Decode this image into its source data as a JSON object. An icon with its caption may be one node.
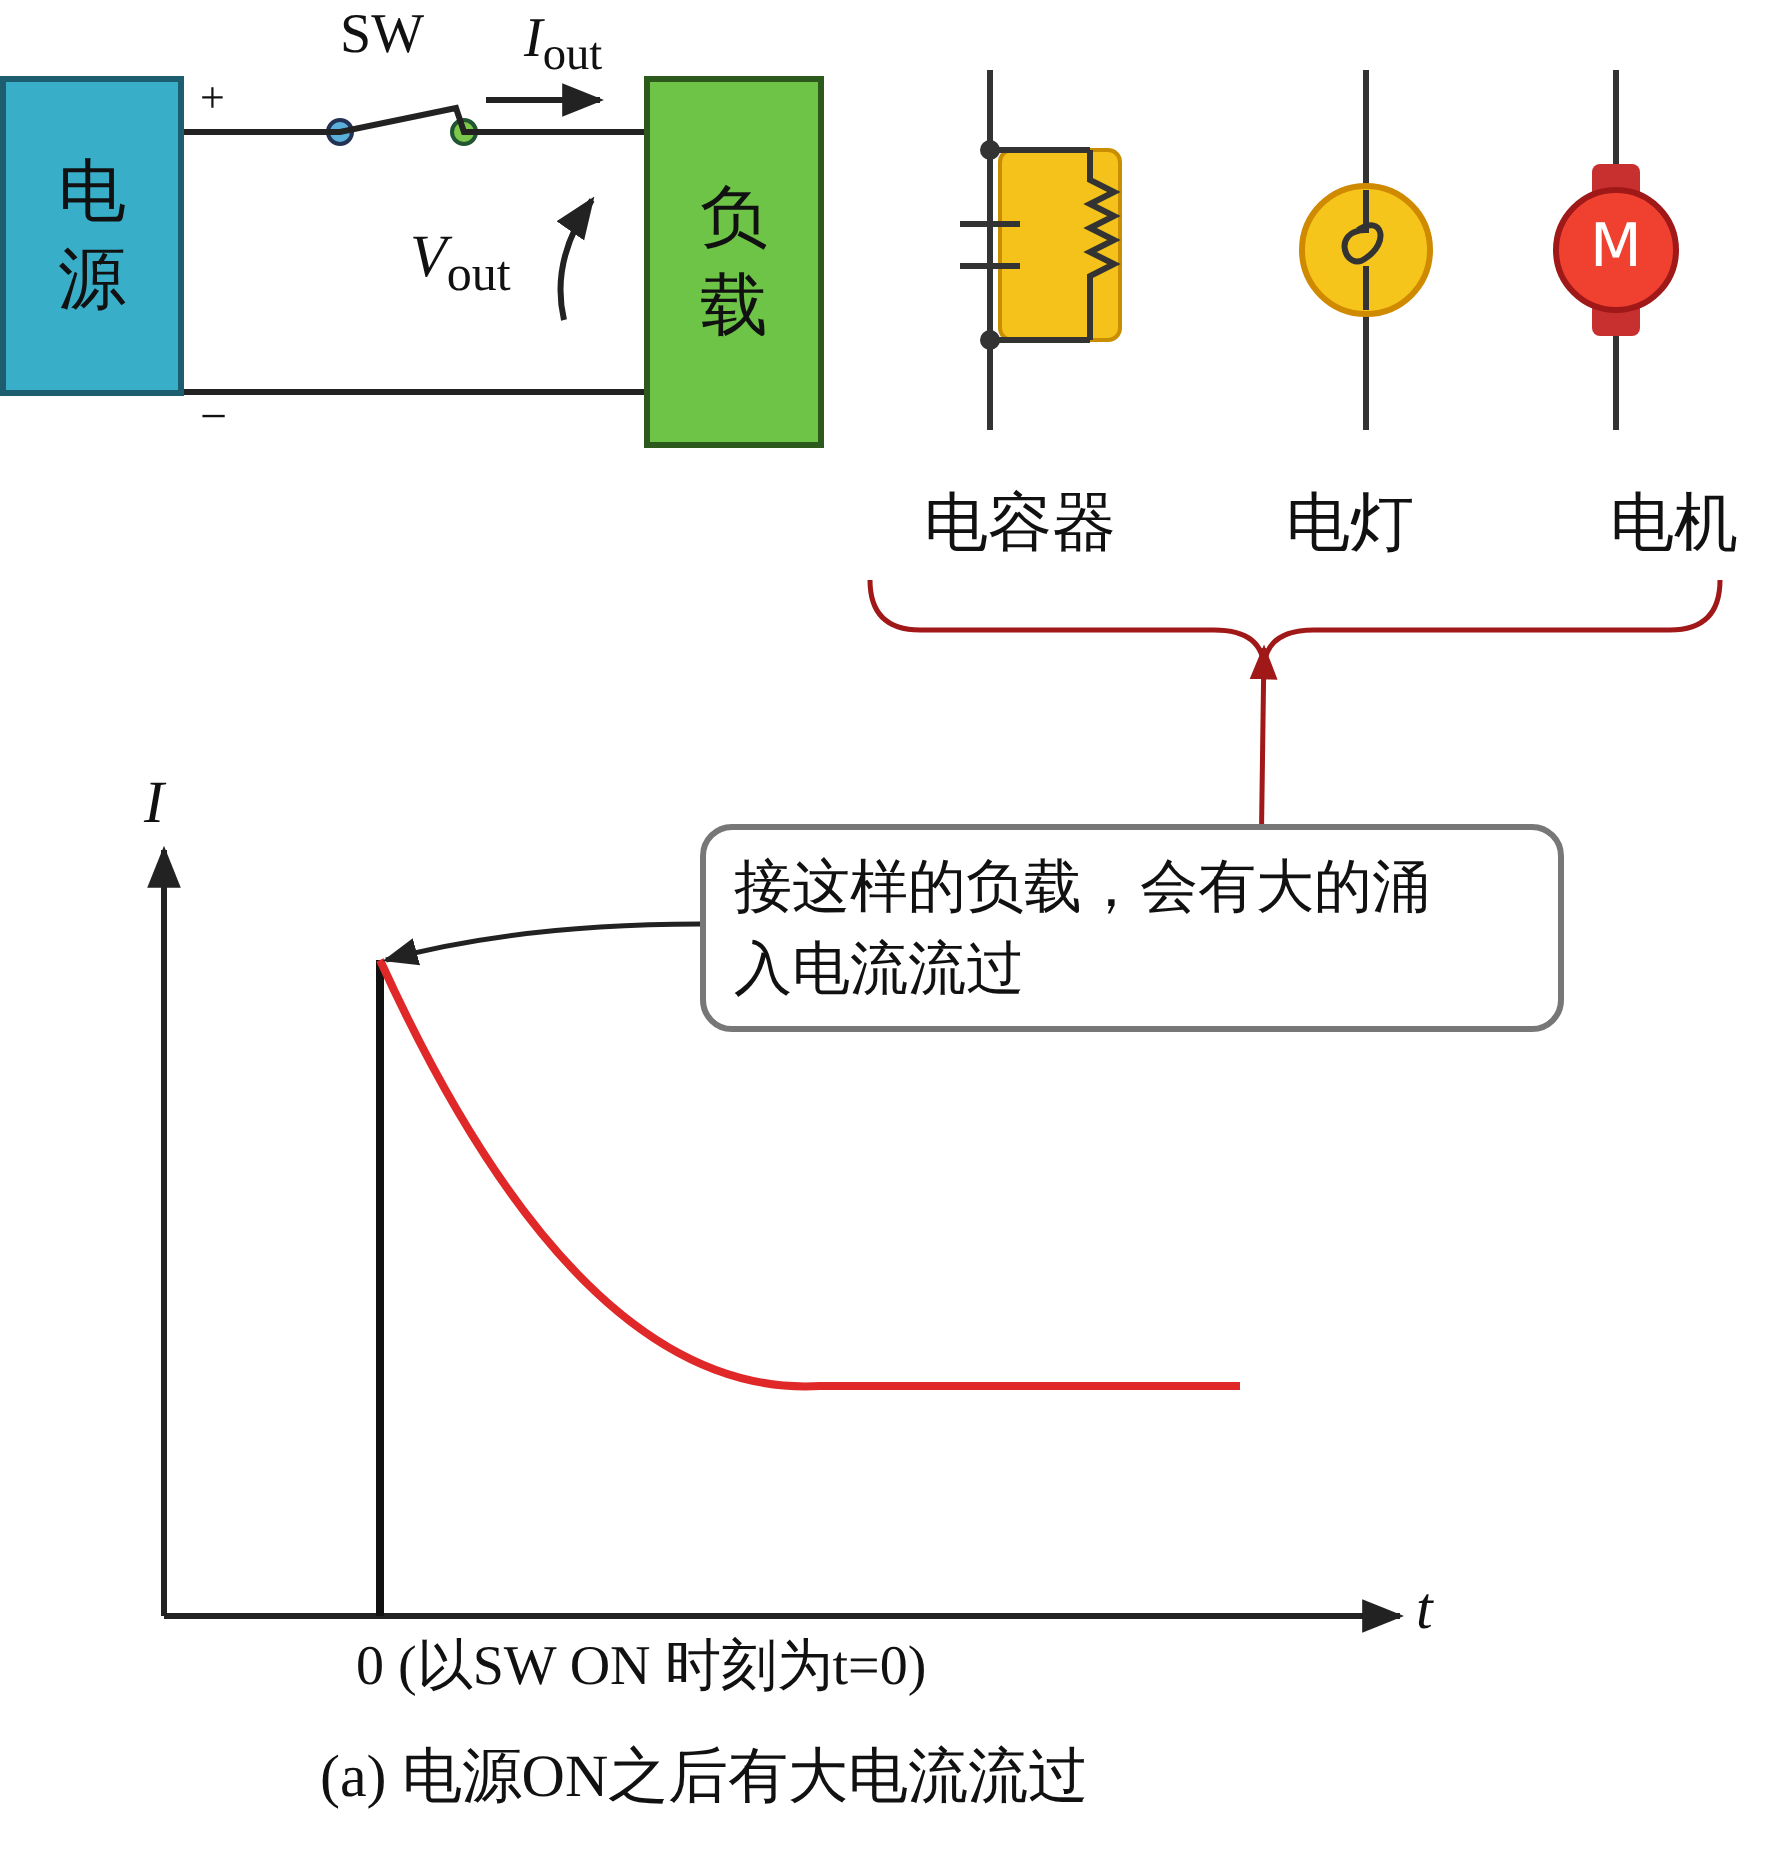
{
  "diagram": {
    "caption": "(a) 电源ON之后有大电流流过",
    "nodes": [
      {
        "text": [
          "电源"
        ]
      },
      {
        "text": [
          "负载"
        ]
      },
      {
        "text": [
          "接这样的负载，会有大的涌入电流流过"
        ]
      },
      {
        "text": [],
        "shape": "curve"
      }
    ],
    "edges": [
      {
        "from": 0,
        "to": 1,
        "arrow": "none"
      },
      {
        "from": 0,
        "to": 1,
        "arrow": "none"
      },
      {
        "from": 2,
        "to": null,
        "arrow": "to",
        "color": "#a01818"
      },
      {
        "from": 2,
        "to": 3,
        "arrow": "to"
      }
    ],
    "labels": [
      "SW",
      "*I*$_{out}$",
      "+",
      "*V*$_{out}$",
      "−",
      "M",
      "电容器",
      "电灯",
      "电机",
      "*I*",
      "*t*",
      "0 (以SW ON 时刻为t=0)"
    ]
  }
}
